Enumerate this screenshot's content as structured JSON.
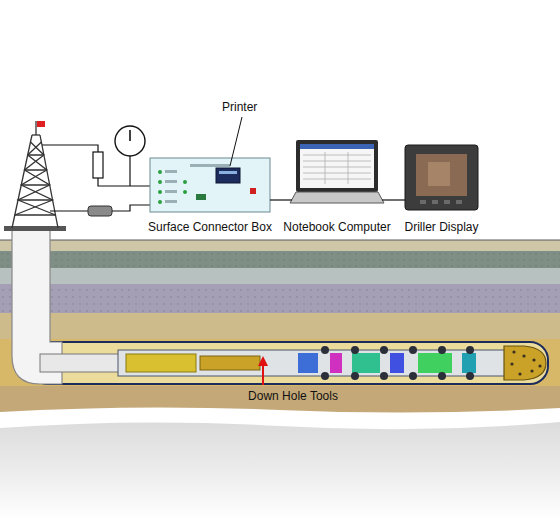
{
  "diagram": {
    "nodes": [
      {
        "text": [
          "Surface Connector Box"
        ]
      },
      {
        "text": [
          "Notebook Computer"
        ]
      },
      {
        "text": [
          "Driller Display"
        ]
      }
    ],
    "edges": [
      {
        "from": 0,
        "to": 1,
        "arrow": "none"
      },
      {
        "from": 1,
        "to": 2,
        "arrow": "none"
      }
    ],
    "labels": [
      "Printer",
      "Down Hole Tools"
    ]
  }
}
